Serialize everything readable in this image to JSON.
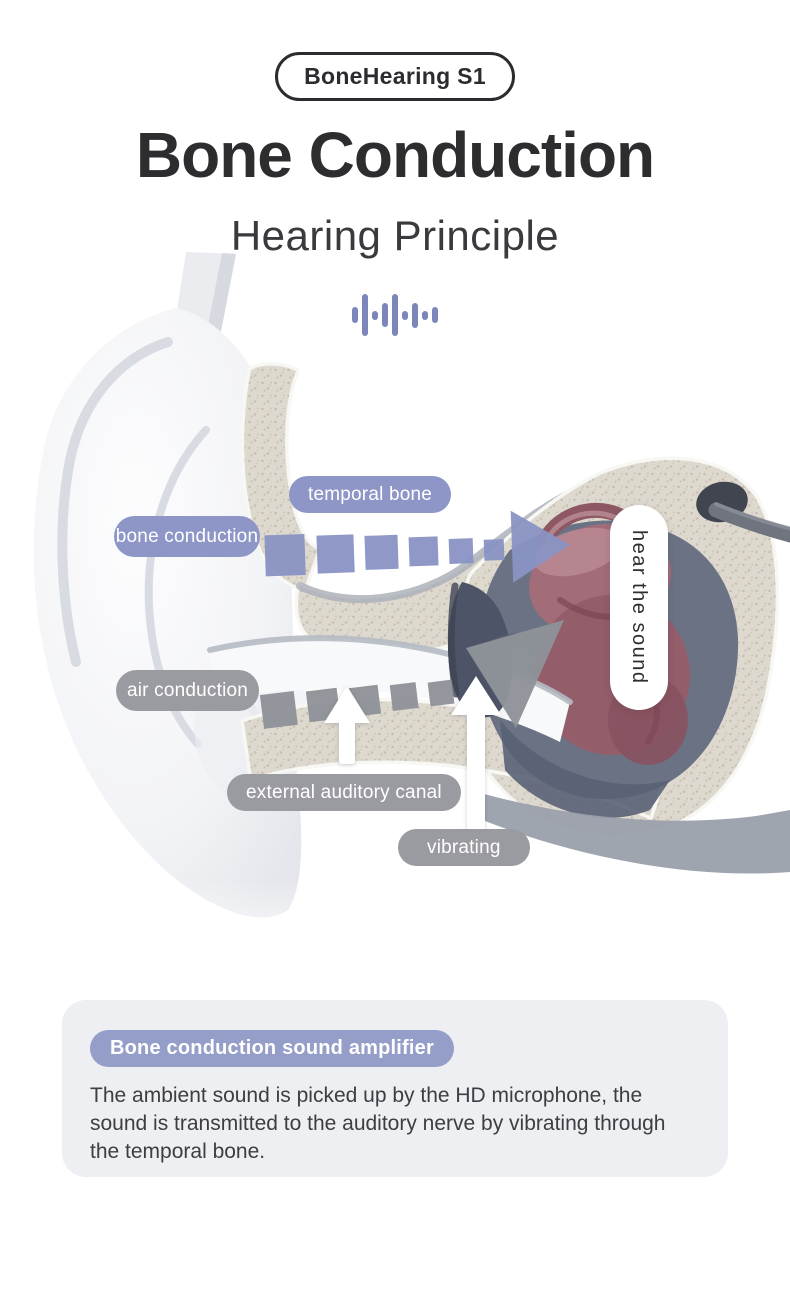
{
  "badge": {
    "label": "BoneHearing S1"
  },
  "header": {
    "title": "Bone Conduction",
    "subtitle": "Hearing Principle"
  },
  "diagram": {
    "labels": {
      "temporal_bone": "temporal bone",
      "bone_conduction": "bone conduction",
      "air_conduction": "air conduction",
      "external_auditory_canal": "external auditory canal",
      "vibrating": "vibrating",
      "hear_the_sound": "hear the sound"
    }
  },
  "info_card": {
    "tag": "Bone conduction sound amplifier",
    "body": "The ambient sound is picked up by the HD microphone, the sound is transmitted to the auditory nerve by vibrating through the temporal bone."
  },
  "icons": {
    "sound_wave": "sound-wave-icon"
  },
  "colors": {
    "accent_lavender": "#8d96c6",
    "label_gray": "#9a9aa1",
    "card_background": "#edeff3",
    "title_dark": "#2d2d30",
    "bone_speckle": "#ded9cf",
    "cochlea_pink": "#a06a76",
    "white_callout": "#ffffff"
  }
}
